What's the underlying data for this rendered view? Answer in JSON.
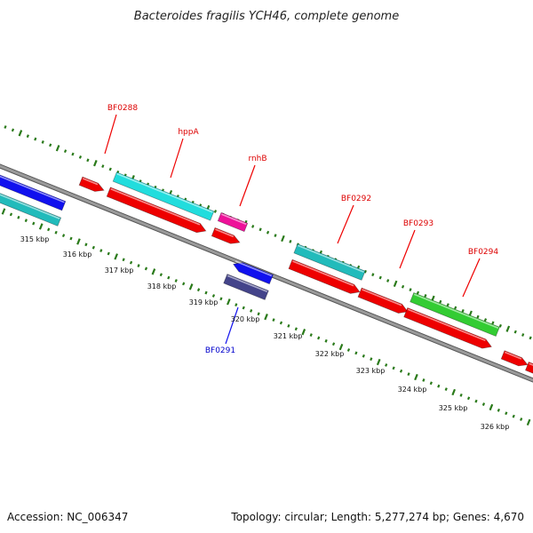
{
  "title": "Bacteroides fragilis YCH46, complete genome",
  "footer": {
    "accession": "Accession: NC_006347",
    "summary": "Topology: circular; Length: 5,277,274 bp; Genes: 4,670"
  },
  "kbp_labels": [
    "315 kbp",
    "316 kbp",
    "317 kbp",
    "318 kbp",
    "319 kbp",
    "320 kbp",
    "321 kbp",
    "322 kbp",
    "323 kbp",
    "324 kbp",
    "325 kbp",
    "326 kbp"
  ],
  "gene_labels": [
    {
      "name": "BF0288",
      "color": "#dd0000"
    },
    {
      "name": "hppA",
      "color": "#dd0000"
    },
    {
      "name": "rnhB",
      "color": "#dd0000"
    },
    {
      "name": "BF0292",
      "color": "#dd0000"
    },
    {
      "name": "BF0293",
      "color": "#dd0000"
    },
    {
      "name": "BF0294",
      "color": "#dd0000"
    },
    {
      "name": "BF0291",
      "color": "#0000cc"
    }
  ],
  "colors": {
    "backbone": "#888888",
    "ticks": "#2a7a1a",
    "red": "#ee0000",
    "cyan": "#22dddd",
    "teal": "#22bbbb",
    "blue": "#1111ee",
    "purple": "#44448a",
    "magenta": "#ee1199",
    "green": "#33cc33"
  }
}
